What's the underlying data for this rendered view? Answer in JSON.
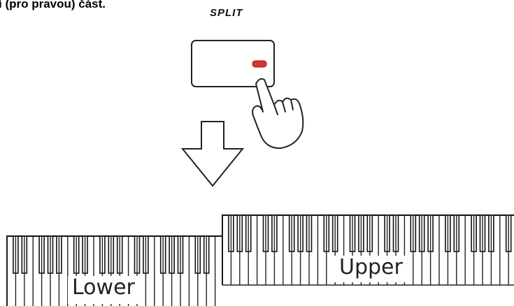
{
  "caption": "í (pro pravou) část.",
  "split_button": {
    "label": "SPLIT",
    "indicator_color": "#e0332b"
  },
  "icons": {
    "hand": "pointing-hand-icon",
    "arrow": "down-arrow-icon"
  },
  "keyboards": {
    "lower": {
      "label": "Lower"
    },
    "upper": {
      "label": "Upper"
    }
  }
}
